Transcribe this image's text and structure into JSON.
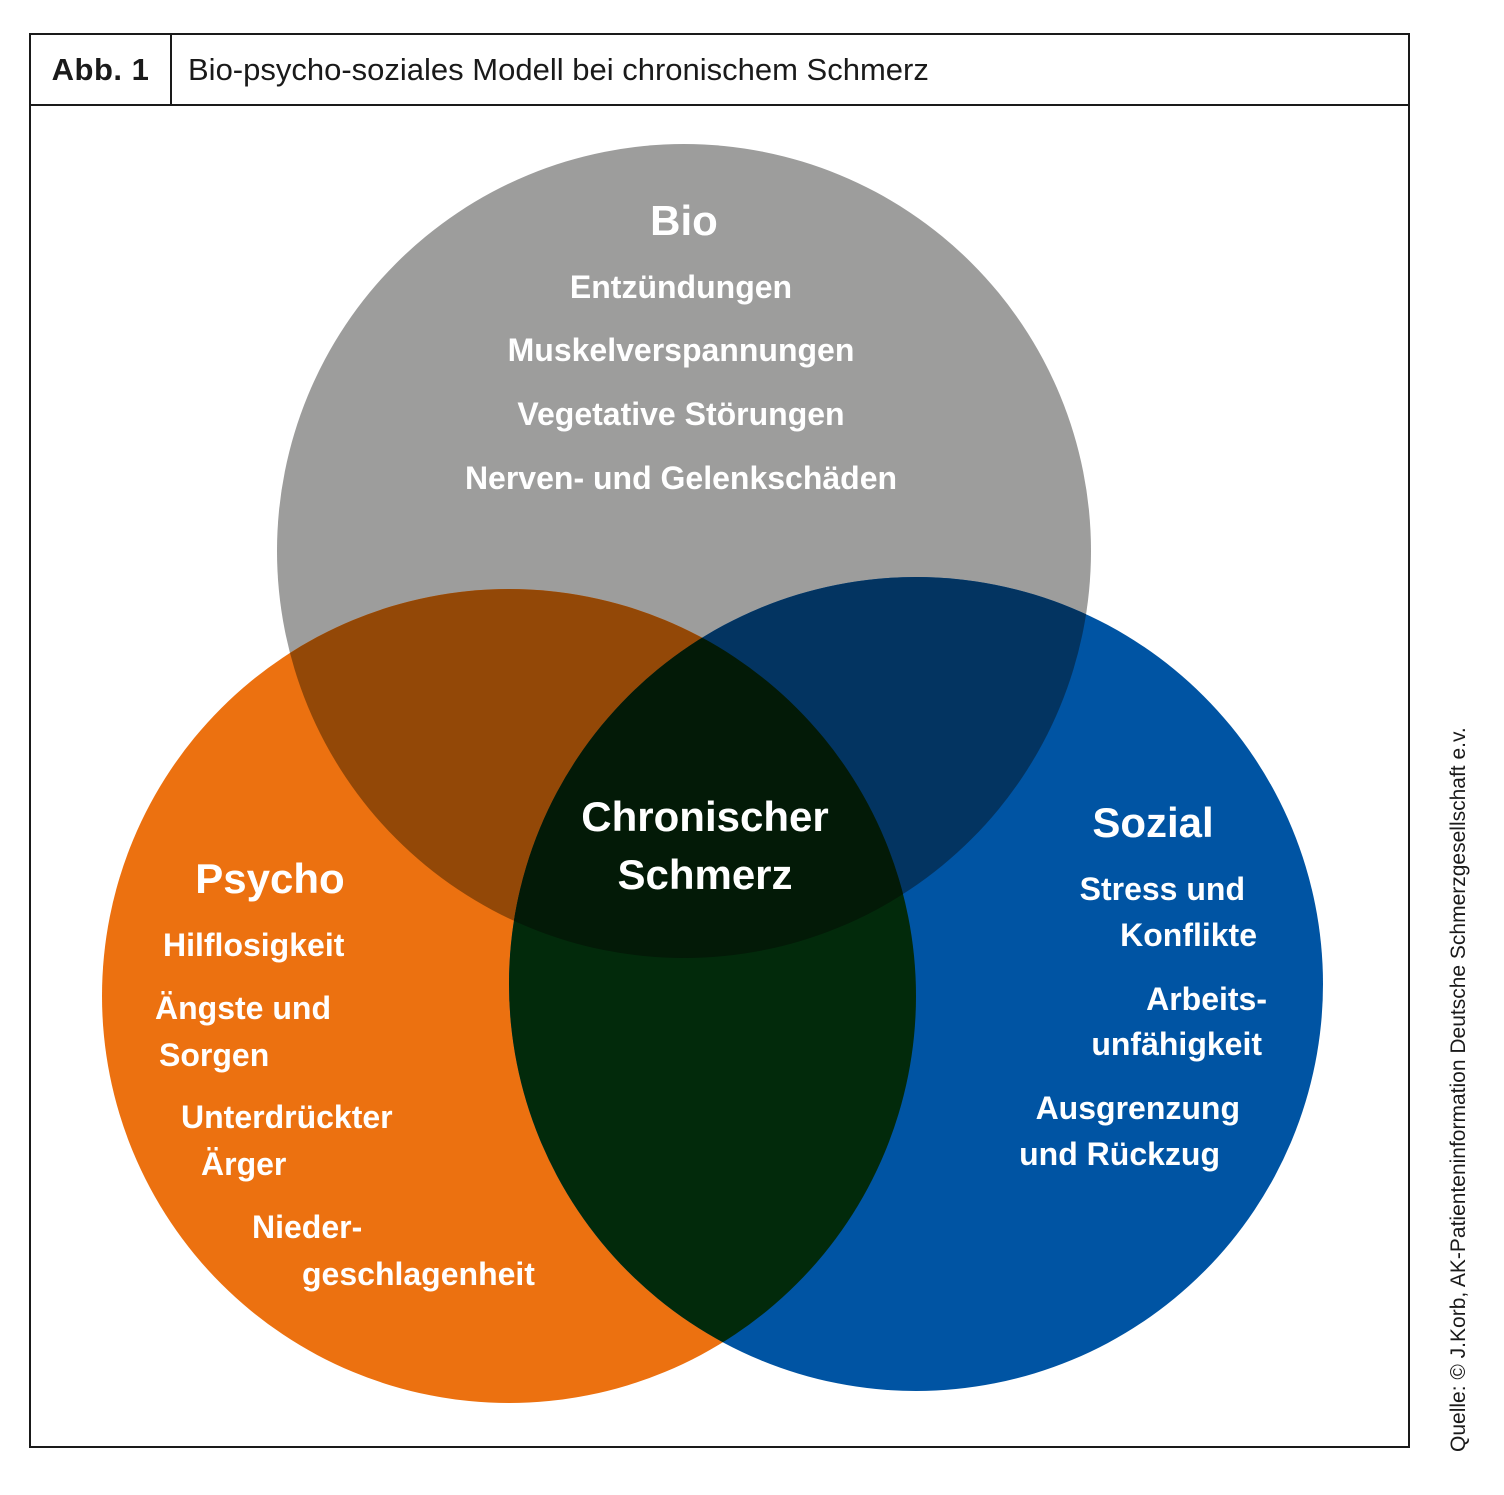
{
  "header": {
    "figure_label": "Abb. 1",
    "title": "Bio-psycho-soziales Modell bei chronischem Schmerz"
  },
  "source": "Quelle: © J.Korb, AK-Patienteninformation Deutsche Schmerzgesellschaft e.v.",
  "colors": {
    "bio": "#9d9d9c",
    "psycho": "#ec7110",
    "sozial": "#0054a3",
    "bio_psycho": "#934807",
    "bio_sozial": "#033461",
    "psycho_sozial": "#022a0b",
    "center": "#031a07",
    "text": "#ffffff"
  },
  "bio": {
    "title": "Bio",
    "items": [
      "Entzündungen",
      "Muskelverspannungen",
      "Vegetative Störungen",
      "Nerven- und Gelenkschäden"
    ]
  },
  "psycho": {
    "title": "Psycho",
    "lines": [
      "Hilflosigkeit",
      "Ängste und",
      "Sorgen",
      "Unterdrückter",
      "Ärger",
      "Nieder-",
      "geschlagenheit"
    ]
  },
  "sozial": {
    "title": "Sozial",
    "lines": [
      "Stress und",
      "Konflikte",
      "Arbeits-",
      "unfähigkeit",
      "Ausgrenzung",
      "und Rückzug"
    ]
  },
  "center": {
    "lines": [
      "Chronischer",
      "Schmerz"
    ]
  }
}
